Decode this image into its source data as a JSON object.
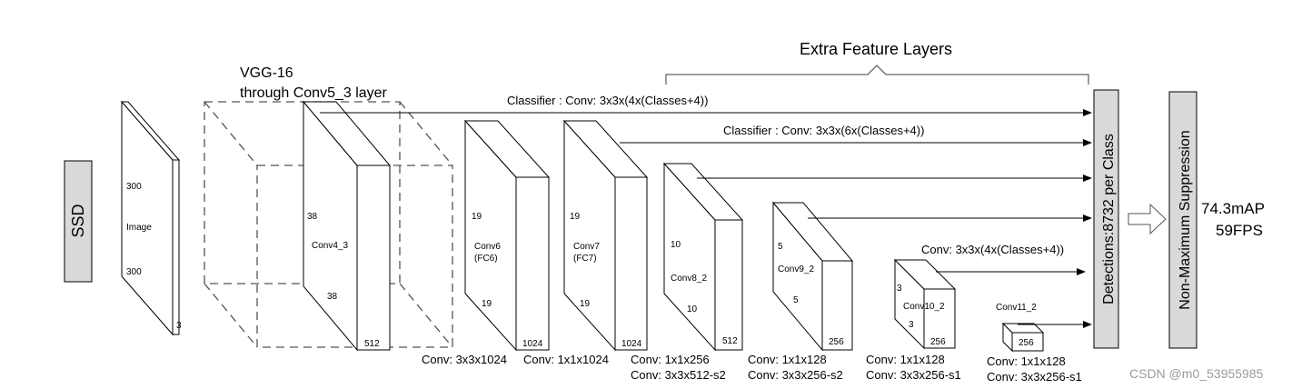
{
  "title": "Extra Feature Layers",
  "vgg": {
    "line1": "VGG-16",
    "line2": "through Conv5_3 layer"
  },
  "classifiers": {
    "c1": "Classifier : Conv: 3x3x(4x(Classes+4))",
    "c2": "Classifier : Conv: 3x3x(6x(Classes+4))",
    "c3": "Conv: 3x3x(4x(Classes+4))"
  },
  "ssd": "SSD",
  "image": {
    "label": "Image",
    "h": "300",
    "w": "300",
    "c": "3"
  },
  "layers": {
    "conv4_3": {
      "label": "Conv4_3",
      "h": "38",
      "w": "38",
      "c": "512"
    },
    "conv6": {
      "label1": "Conv6",
      "label2": "(FC6)",
      "h": "19",
      "w": "19",
      "c": "1024"
    },
    "conv7": {
      "label1": "Conv7",
      "label2": "(FC7)",
      "h": "19",
      "w": "19",
      "c": "1024"
    },
    "conv8_2": {
      "label": "Conv8_2",
      "h": "10",
      "w": "10",
      "c": "512"
    },
    "conv9_2": {
      "label": "Conv9_2",
      "h": "5",
      "w": "5",
      "c": "256"
    },
    "conv10_2": {
      "label": "Conv10_2",
      "h": "3",
      "w": "3",
      "c": "256"
    },
    "conv11_2": {
      "label": "Conv11_2",
      "c": "256"
    }
  },
  "ops": {
    "conv6": "Conv: 3x3x1024",
    "conv7": "Conv: 1x1x1024",
    "conv8_a": "Conv: 1x1x256",
    "conv8_b": "Conv:  3x3x512-s2",
    "conv9_a": "Conv: 1x1x128",
    "conv9_b": "Conv: 3x3x256-s2",
    "conv10_a": "Conv: 1x1x128",
    "conv10_b": "Conv: 3x3x256-s1",
    "conv11_a": "Conv: 1x1x128",
    "conv11_b": "Conv: 3x3x256-s1"
  },
  "detections": "Detections:8732  per Class",
  "nms": "Non-Maximum Suppression",
  "result": {
    "map": "74.3mAP",
    "fps": "59FPS"
  },
  "watermark": "CSDN @m0_53955985",
  "colors": {
    "panel": "#d9d9d9",
    "line": "#000000",
    "watermark": "#9a9a9a"
  }
}
